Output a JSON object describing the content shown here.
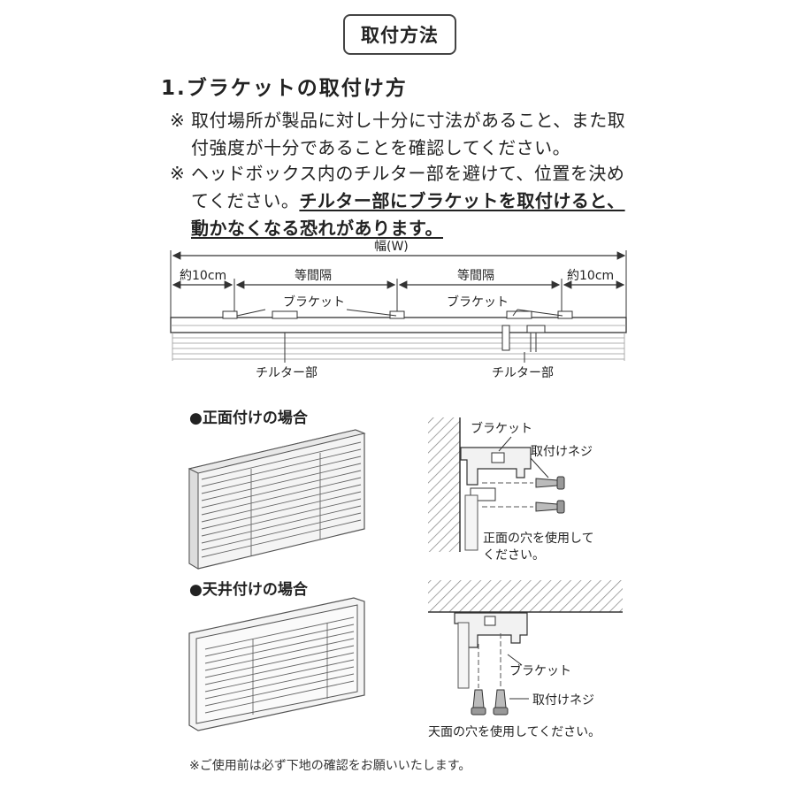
{
  "title": "取付方法",
  "section_heading": "1.ブラケットの取付け方",
  "notes": [
    {
      "mark": "※",
      "lines": [
        "取付場所が製品に対し十分に寸法があること、また取",
        "付強度が十分であることを確認してください。"
      ]
    },
    {
      "mark": "※",
      "lines": [
        "ヘッドボックス内のチルター部を避けて、位置を決め"
      ],
      "line2_plain": "てください。",
      "line2_emph": "チルター部にブラケットを取付けると、",
      "line3_emph": "動かなくなる恐れがあります。"
    }
  ],
  "width_diagram": {
    "width_label": "幅(W)",
    "margin_left": "約10cm",
    "margin_right": "約10cm",
    "equal_spacing_left": "等間隔",
    "equal_spacing_right": "等間隔",
    "bracket_left": "ブラケット",
    "bracket_right": "ブラケット",
    "tilter_left": "チルター部",
    "tilter_right": "チルター部"
  },
  "front_mount": {
    "heading": "●正面付けの場合",
    "bracket_label": "ブラケット",
    "screw_label": "取付けネジ",
    "note_line1": "正面の穴を使用して",
    "note_line2": "ください。"
  },
  "ceiling_mount": {
    "heading": "●天井付けの場合",
    "bracket_label": "ブラケット",
    "screw_label": "取付けネジ",
    "note": "天面の穴を使用してください。"
  },
  "footnote": "※ご使用前は必ず下地の確認をお願いいたします。",
  "colors": {
    "text": "#222222",
    "line": "#333333",
    "hatch": "#777777",
    "emphasis": "#111111"
  }
}
